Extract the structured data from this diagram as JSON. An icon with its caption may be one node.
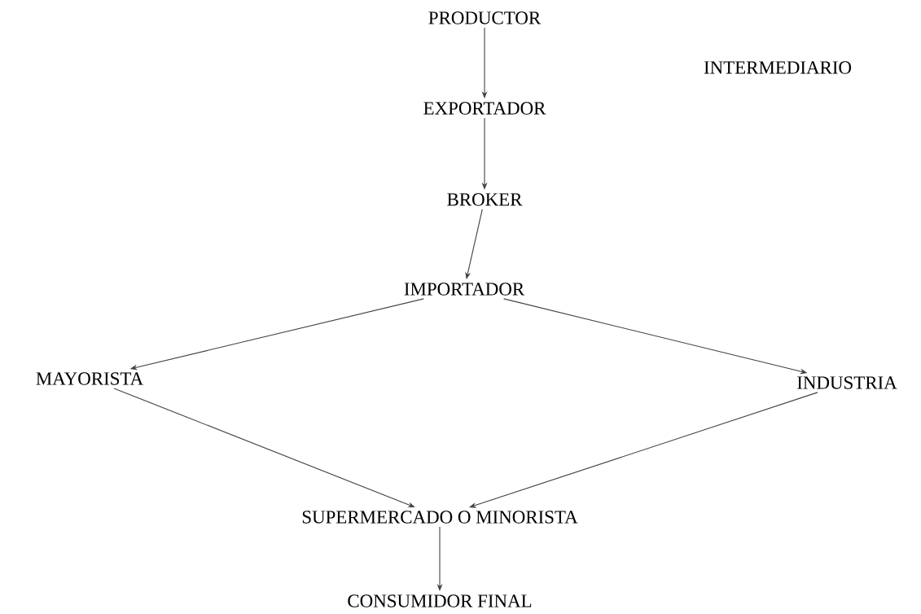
{
  "diagram": {
    "nodes": [
      {
        "text": [
          "PRODUCTOR"
        ]
      },
      {
        "text": [
          "EXPORTADOR"
        ]
      },
      {
        "text": [
          "BROKER"
        ]
      },
      {
        "text": [
          "IMPORTADOR"
        ]
      },
      {
        "text": [
          "MAYORISTA"
        ]
      },
      {
        "text": [
          "INDUSTRIA"
        ]
      },
      {
        "text": [
          "SUPERMERCADO O MINORISTA"
        ]
      },
      {
        "text": [
          "CONSUMIDOR FINAL"
        ]
      }
    ],
    "edges": [
      {
        "from": 0,
        "to": 1,
        "arrow": "to"
      },
      {
        "from": 1,
        "to": 2,
        "arrow": "to"
      },
      {
        "from": 2,
        "to": 3,
        "arrow": "to"
      },
      {
        "from": 3,
        "to": 4,
        "arrow": "to"
      },
      {
        "from": 3,
        "to": 5,
        "arrow": "to"
      },
      {
        "from": 4,
        "to": 6,
        "arrow": "to"
      },
      {
        "from": 5,
        "to": 6,
        "arrow": "to"
      },
      {
        "from": 6,
        "to": 7,
        "arrow": "to"
      }
    ],
    "labels": [
      "INTERMEDIARIO"
    ]
  }
}
